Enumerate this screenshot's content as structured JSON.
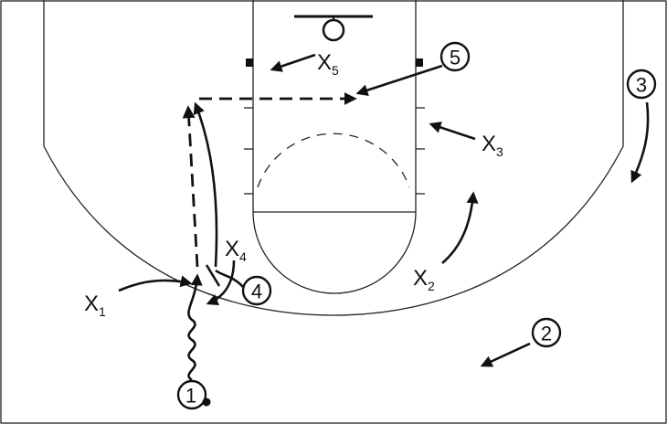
{
  "title": "Basketball half-court play diagram",
  "offense": [
    {
      "id": "p1",
      "label": "1",
      "has_ball": true
    },
    {
      "id": "p2",
      "label": "2"
    },
    {
      "id": "p3",
      "label": "3"
    },
    {
      "id": "p4",
      "label": "4"
    },
    {
      "id": "p5",
      "label": "5"
    }
  ],
  "defense": [
    {
      "id": "x1",
      "label": "X",
      "sub": "1"
    },
    {
      "id": "x2",
      "label": "X",
      "sub": "2"
    },
    {
      "id": "x3",
      "label": "X",
      "sub": "3"
    },
    {
      "id": "x4",
      "label": "X",
      "sub": "4"
    },
    {
      "id": "x5",
      "label": "X",
      "sub": "5"
    }
  ],
  "colors": {
    "line": "#222222",
    "background": "#ffffff"
  }
}
